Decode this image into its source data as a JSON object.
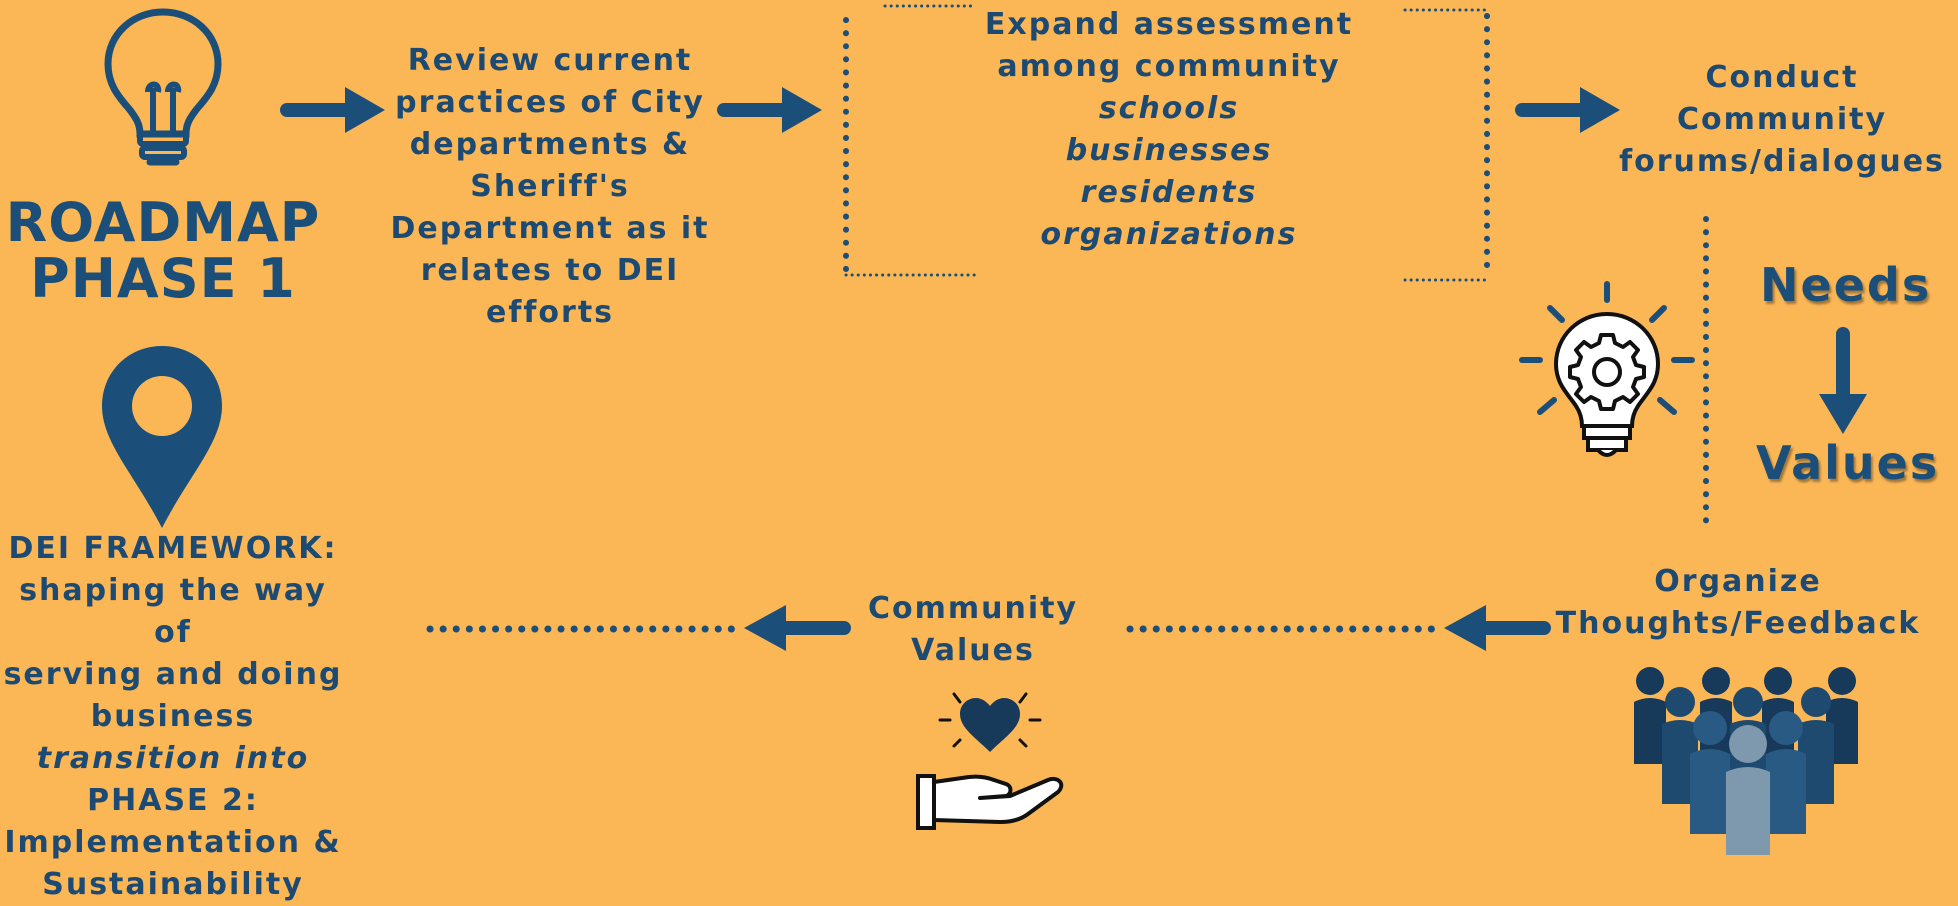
{
  "title": {
    "line1": "ROADMAP",
    "line2": "PHASE 1"
  },
  "step_review": {
    "lines": [
      "Review current",
      "practices of City",
      "departments &",
      "Sheriff's",
      "Department as it",
      "relates to DEI",
      "efforts"
    ]
  },
  "step_expand": {
    "heading": [
      "Expand assessment",
      "among community"
    ],
    "items": [
      "schools",
      "businesses",
      "residents",
      "organizations"
    ]
  },
  "step_forums": {
    "lines": [
      "Conduct",
      "Community",
      "forums/dialogues"
    ]
  },
  "needs_values": {
    "needs": "Needs",
    "values": "Values"
  },
  "step_organize": {
    "lines": [
      "Organize",
      "Thoughts/Feedback"
    ]
  },
  "step_community_values": {
    "lines": [
      "Community",
      "Values"
    ]
  },
  "framework": {
    "lines": [
      "DEI FRAMEWORK:",
      "shaping the way of",
      "serving and doing",
      "business"
    ],
    "transition": "transition into",
    "phase2": [
      "PHASE 2:",
      "Implementation &",
      "Sustainability"
    ]
  },
  "colors": {
    "background": "#FBB756",
    "primary": "#1B4F7A",
    "dark": "#173A5A",
    "light_person": "#7E98AE"
  },
  "icons": [
    "lightbulb-icon",
    "location-pin-icon",
    "idea-gear-bulb-icon",
    "heart-hand-icon",
    "people-group-icon",
    "arrow-right-icon",
    "arrow-left-icon",
    "arrow-down-icon"
  ]
}
